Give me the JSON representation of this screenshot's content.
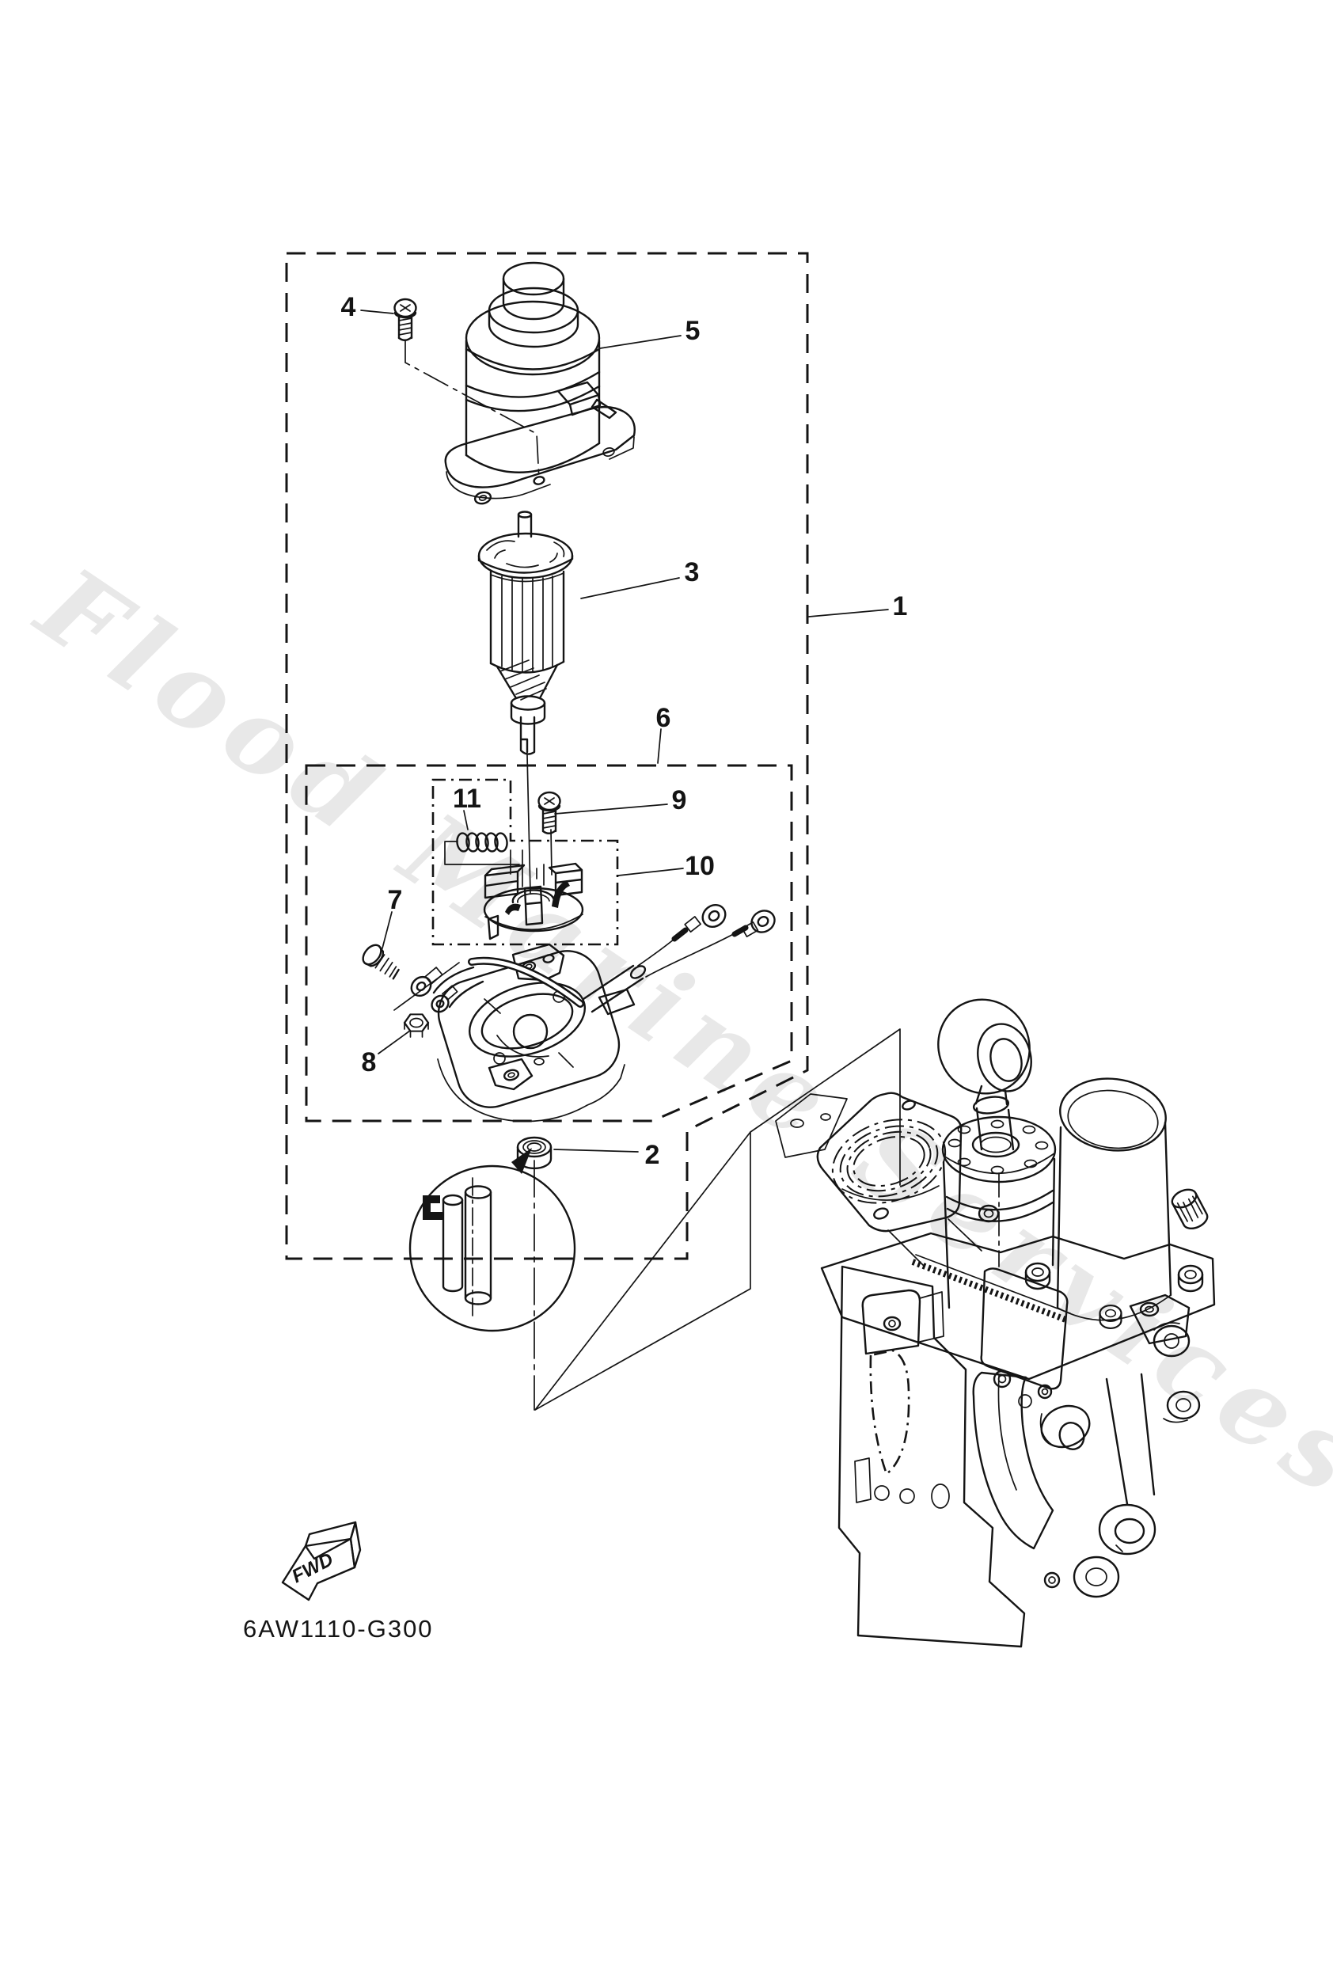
{
  "figure": {
    "part_code": "6AW1110-G300",
    "fwd": "FWD",
    "watermark": "Flood Marine Services"
  },
  "colors": {
    "line": "#141414",
    "watermark": "#e8e8e8",
    "background": "#ffffff"
  },
  "callouts": [
    {
      "label": "1"
    },
    {
      "label": "2"
    },
    {
      "label": "3"
    },
    {
      "label": "4"
    },
    {
      "label": "5"
    },
    {
      "label": "6"
    },
    {
      "label": "7"
    },
    {
      "label": "8"
    },
    {
      "label": "9"
    },
    {
      "label": "10"
    },
    {
      "label": "11"
    }
  ],
  "icons": [
    "fwd-arrow-icon",
    "magnifier-detail-circle"
  ]
}
